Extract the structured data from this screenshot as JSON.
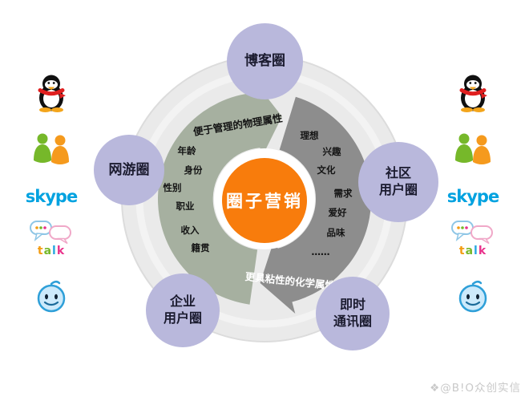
{
  "colors": {
    "center_orange": "#f87c0c",
    "node_lavender": "#b9b8dc",
    "arrow_sage": "#a6b0a0",
    "arrow_gray": "#8d8d8d",
    "ring_gray": "#eaeaea",
    "skype_blue": "#00a2e0"
  },
  "center": {
    "label": "圈子营销"
  },
  "nodes": {
    "blog": {
      "label": "博客圈"
    },
    "game": {
      "label": "网游圈"
    },
    "community": {
      "label": "社区\n用户圈"
    },
    "enterprise": {
      "label": "企业\n用户圈"
    },
    "im": {
      "label": "即时\n通讯圈"
    }
  },
  "cycle": {
    "physical_caption": "便于管理的物理属性",
    "physical_items": [
      "年龄",
      "身份",
      "性别",
      "职业",
      "收入",
      "籍贯"
    ],
    "chemical_caption": "更具粘性的化学属性",
    "chemical_items": [
      "理想",
      "兴趣",
      "文化",
      "需求",
      "爱好",
      "品味",
      "……"
    ]
  },
  "icons": {
    "skype_label": "skype",
    "talk_letters": [
      "t",
      "a",
      "l",
      "k"
    ]
  },
  "watermark": "❖@B!O众创实信"
}
